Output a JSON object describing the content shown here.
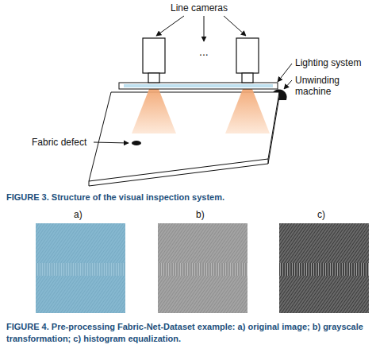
{
  "diagram": {
    "labels": [
      "Line cameras",
      "...",
      "Lighting system",
      "Unwinding machine",
      "Fabric defect",
      "FIGURE 3. Structure of the visual inspection system.",
      "a)",
      "b)",
      "c)",
      "FIGURE 4. Pre-processing Fabric-Net-Dataset example: a) original image; b) grayscale transformation; c) histogram equalization."
    ]
  }
}
